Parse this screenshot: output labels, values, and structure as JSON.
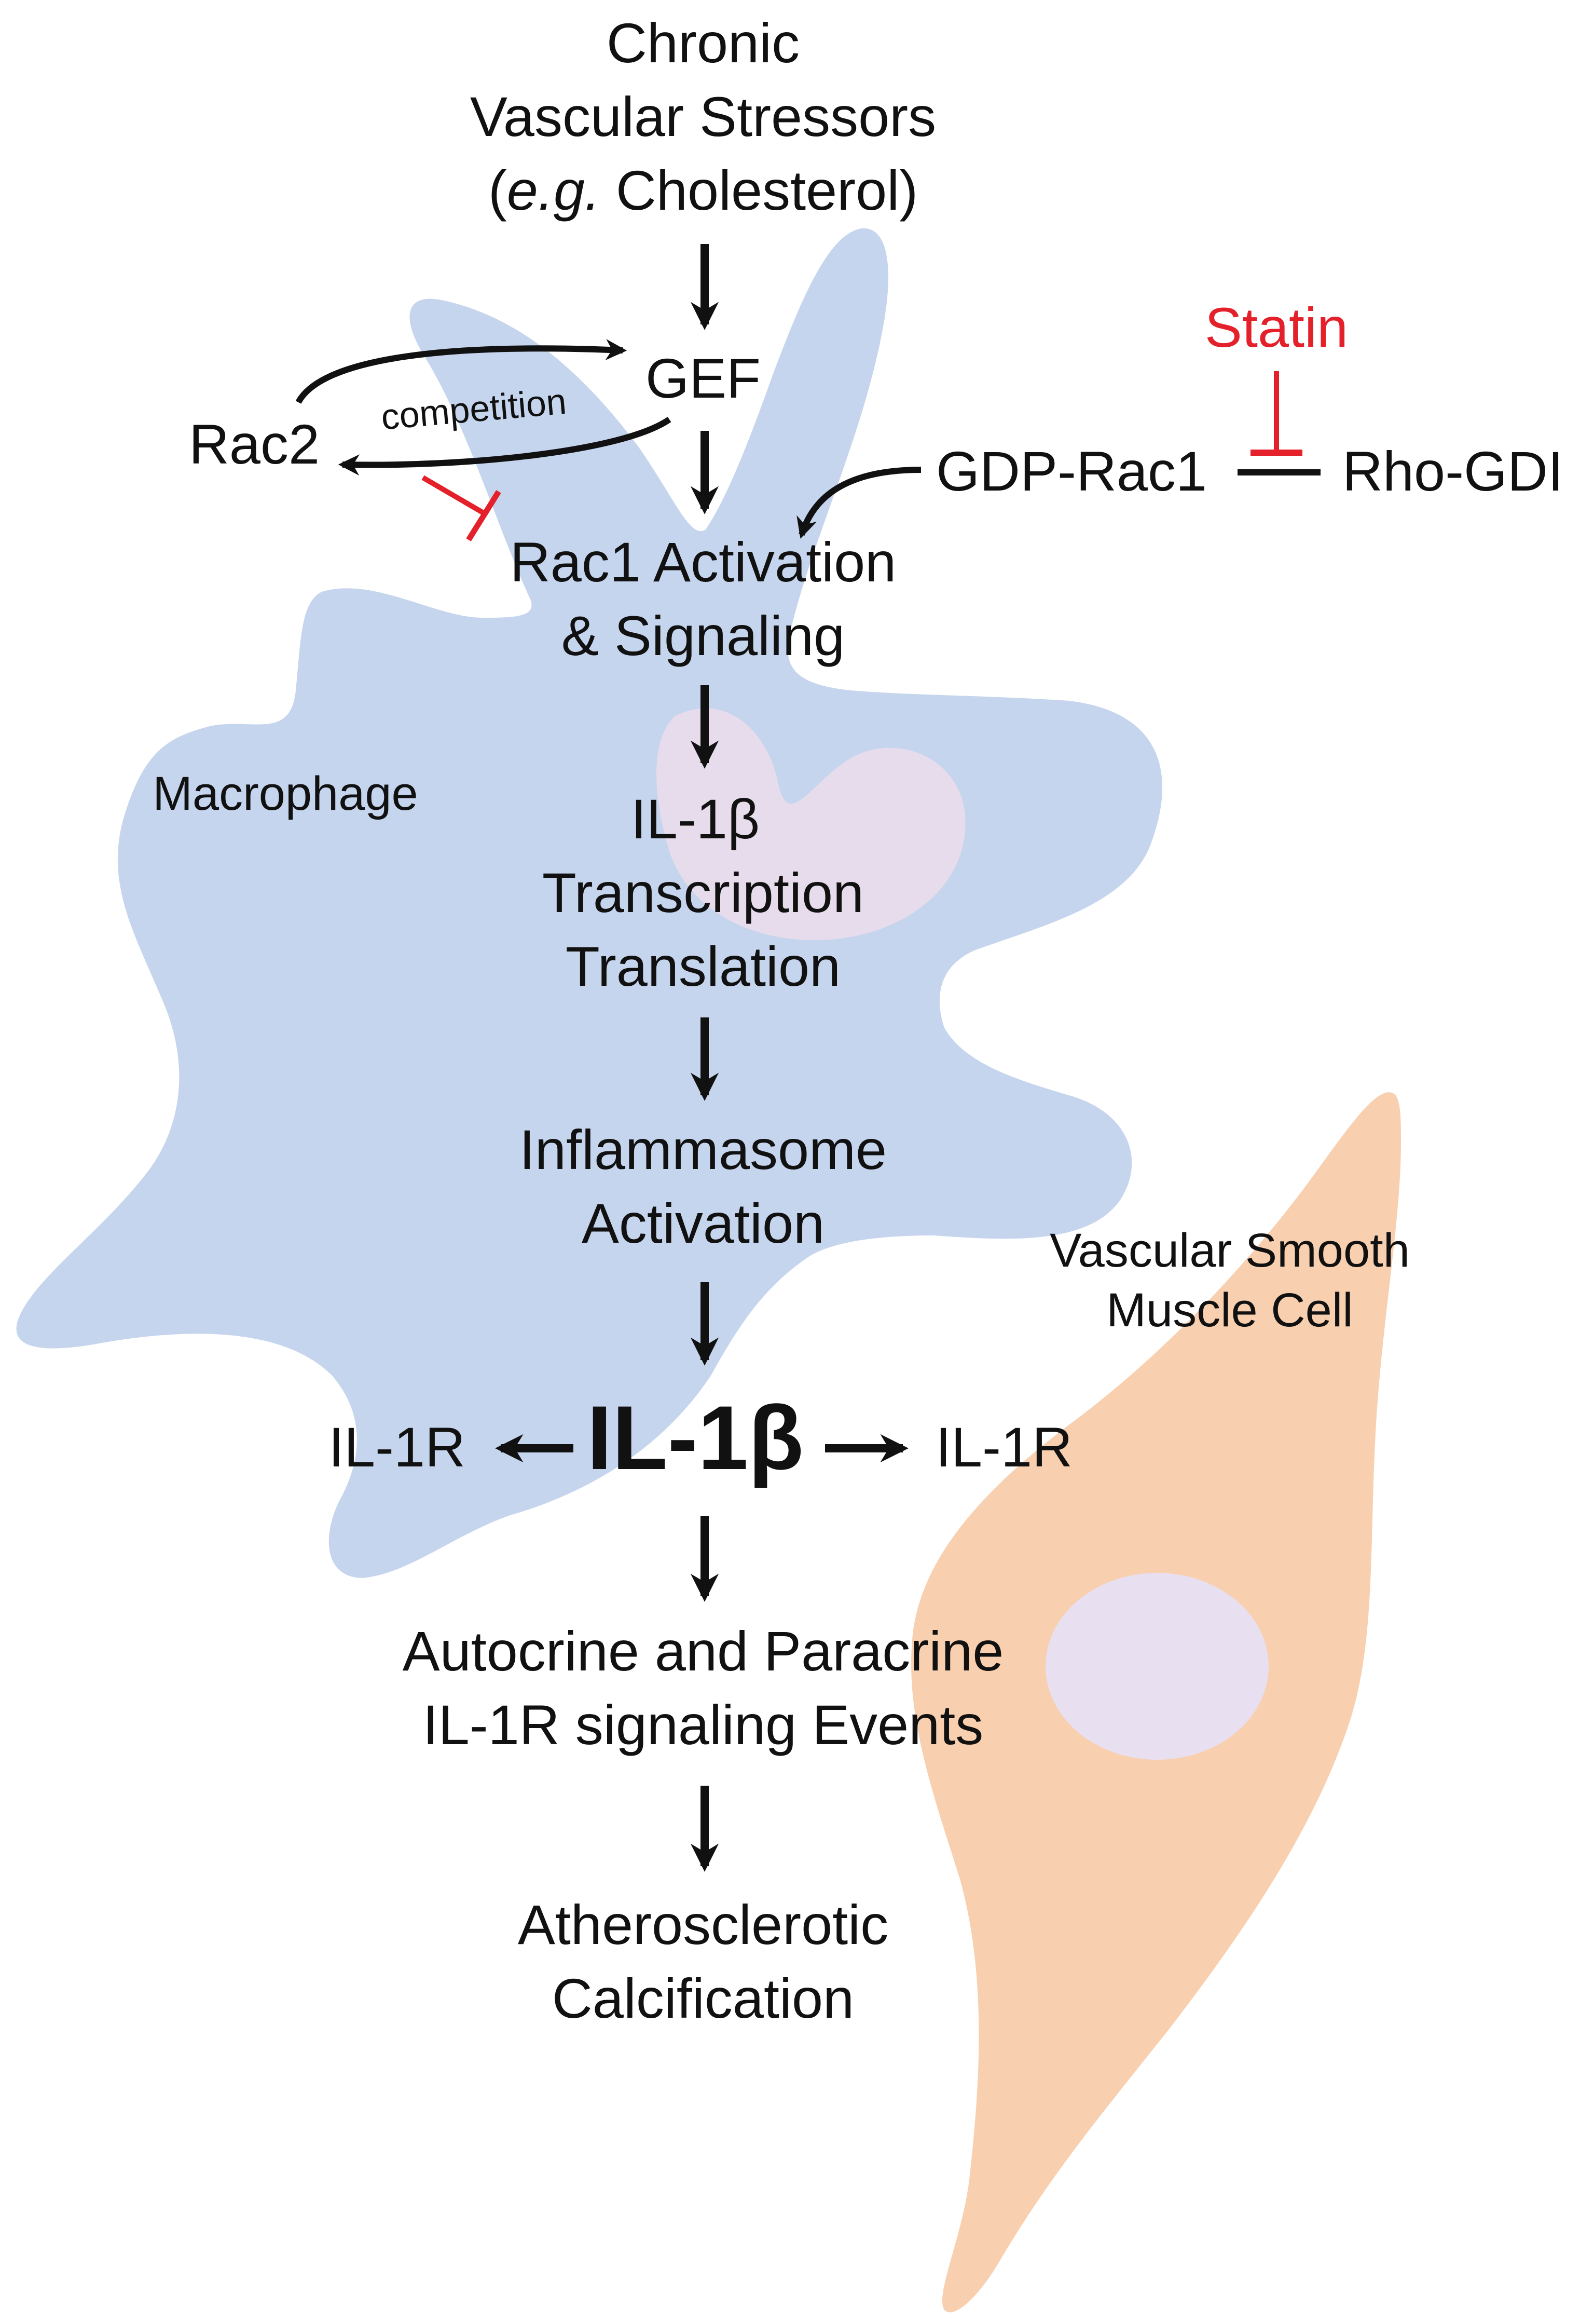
{
  "title": "",
  "colors": {
    "macrophage": "#c6d5ee",
    "vsmc": "#f8d0b0",
    "nucleus_mac": "#e7dceb",
    "nucleus_vsmc": "#e8e0f0",
    "arrow": "#111111",
    "inhibit": "#e4202a",
    "text": "#111111"
  },
  "nodes": {
    "stressors": [
      "Chronic",
      "Vascular Stressors",
      "(e.g. Cholesterol)"
    ],
    "stressors_eg": "e.g.",
    "stressors_rest": " Cholesterol)",
    "stressors_open": "(",
    "gef": "GEF",
    "rac2": "Rac2",
    "competition": "competition",
    "statin": "Statin",
    "gdp_rac1": "GDP-Rac1",
    "rho_gdi": "Rho-GDI",
    "rac1_activation": [
      "Rac1 Activation",
      "& Signaling"
    ],
    "il1b_transcription": [
      "IL-1β",
      "Transcription",
      "Translation"
    ],
    "inflammasome": [
      "Inflammasome",
      "Activation"
    ],
    "il1b_main": "IL-1β",
    "il1r_left": "IL-1R",
    "il1r_right": "IL-1R",
    "signaling_events": [
      "Autocrine and Paracrine",
      "IL-1R signaling Events"
    ],
    "calcification": [
      "Atherosclerotic",
      "Calcification"
    ]
  },
  "cell_labels": {
    "macrophage": "Macrophage",
    "vsmc": [
      "Vascular Smooth",
      "Muscle Cell"
    ]
  },
  "edges": [
    {
      "from": "stressors",
      "to": "gef",
      "type": "activate"
    },
    {
      "from": "gef",
      "to": "rac1_activation",
      "type": "activate"
    },
    {
      "from": "rac2",
      "to": "gef",
      "type": "activate",
      "note": "competition"
    },
    {
      "from": "gef",
      "to": "rac2",
      "type": "activate",
      "note": "competition"
    },
    {
      "from": "rac2",
      "to": "rac1_activation",
      "type": "inhibit"
    },
    {
      "from": "gdp_rac1",
      "to": "rac1_activation",
      "type": "activate"
    },
    {
      "from": "statin",
      "to": "gdp_rac1-rho_gdi",
      "type": "inhibit"
    },
    {
      "from": "rac1_activation",
      "to": "il1b_transcription",
      "type": "activate"
    },
    {
      "from": "il1b_transcription",
      "to": "inflammasome",
      "type": "activate"
    },
    {
      "from": "inflammasome",
      "to": "il1b_main",
      "type": "activate"
    },
    {
      "from": "il1b_main",
      "to": "il1r_left",
      "type": "activate"
    },
    {
      "from": "il1b_main",
      "to": "il1r_right",
      "type": "activate"
    },
    {
      "from": "il1b_main",
      "to": "signaling_events",
      "type": "activate"
    },
    {
      "from": "signaling_events",
      "to": "calcification",
      "type": "activate"
    }
  ]
}
